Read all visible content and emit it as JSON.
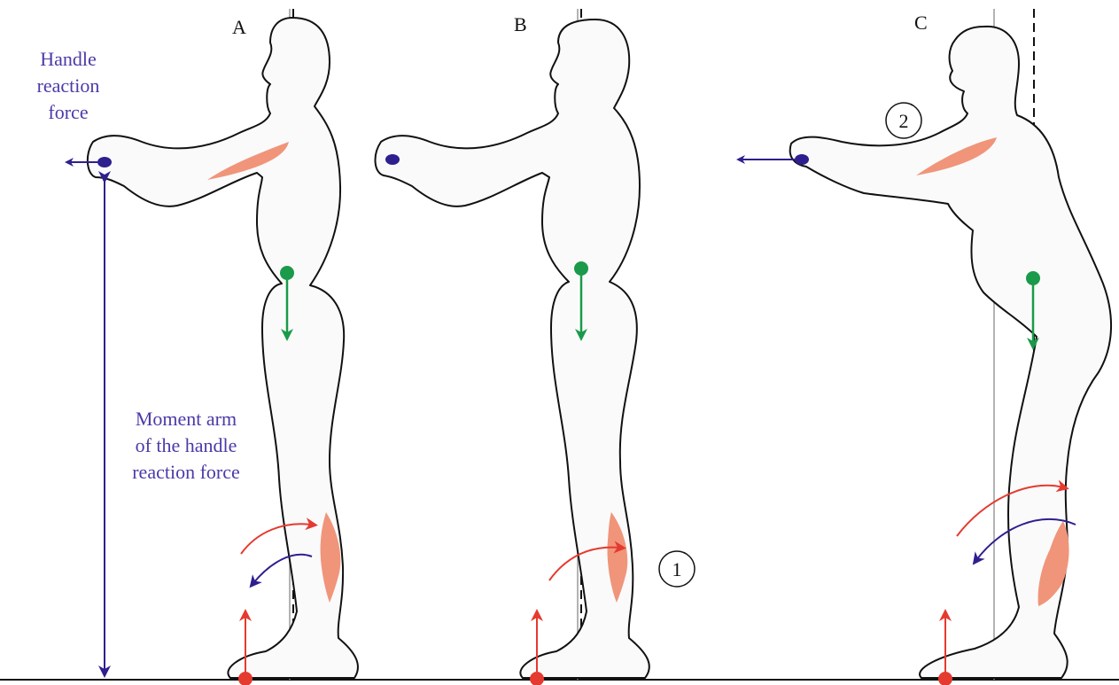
{
  "panels": [
    {
      "label": "A"
    },
    {
      "label": "B"
    },
    {
      "label": "C"
    }
  ],
  "annotations": {
    "handle_force": [
      "Handle",
      "reaction",
      "force"
    ],
    "moment_arm": [
      "Moment arm",
      "of the handle",
      "reaction force"
    ]
  },
  "markers": {
    "one": "1",
    "two": "2"
  },
  "colors": {
    "handle_force": "#2e1f8f",
    "center_of_mass": "#1a9a4a",
    "ground_reaction": "#e53a2f",
    "muscle": "#f0957a",
    "plumb_line": "#111111",
    "vertical_reference": "#9a9a9a",
    "annotation_text": "#4b3aa8"
  }
}
